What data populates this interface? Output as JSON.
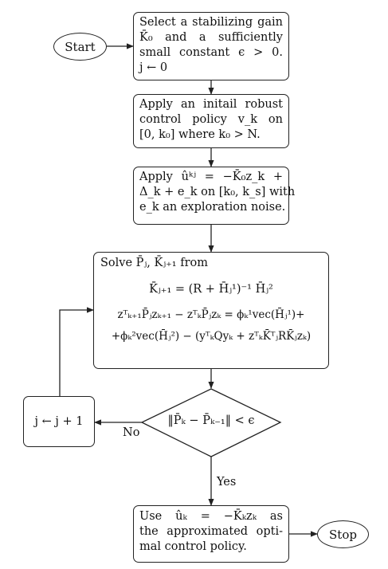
{
  "start": "Start",
  "stop": "Stop",
  "step1": [
    "Select a stabilizing gain",
    "K̄₀ and a sufficiently",
    "small constant ϵ > 0.",
    "j ← 0"
  ],
  "step2": [
    "Apply an initail robust",
    "control policy v_k on",
    "[0, k₀] where k₀ > N."
  ],
  "step3": [
    "Apply ûᵏʲ = −K̄₀z_k +",
    "Δ_k + e_k on [k₀, k_s] with",
    "e_k an exploration noise."
  ],
  "solve": {
    "title": "Solve P̄ⱼ, K̄ⱼ₊₁ from",
    "eq1": "K̄ⱼ₊₁ = (R + H̄ⱼ¹)⁻¹ H̄ⱼ²",
    "eq2": "zᵀₖ₊₁P̄ⱼzₖ₊₁ − zᵀₖP̄ⱼzₖ = ϕₖ¹vec(H̄ⱼ¹)+",
    "eq3": "+ϕₖ²vec(H̄ⱼ²) − (yᵀₖQyₖ + zᵀₖK̄ᵀⱼRK̄ⱼzₖ)"
  },
  "decision": "‖P̄ₖ − P̄ₖ₋₁‖ < ϵ",
  "update": "j ← j + 1",
  "label_no": "No",
  "label_yes": "Yes",
  "final": [
    "Use ûₖ = −K̄ₖzₖ as",
    "the approximated opti-",
    "mal control policy."
  ]
}
